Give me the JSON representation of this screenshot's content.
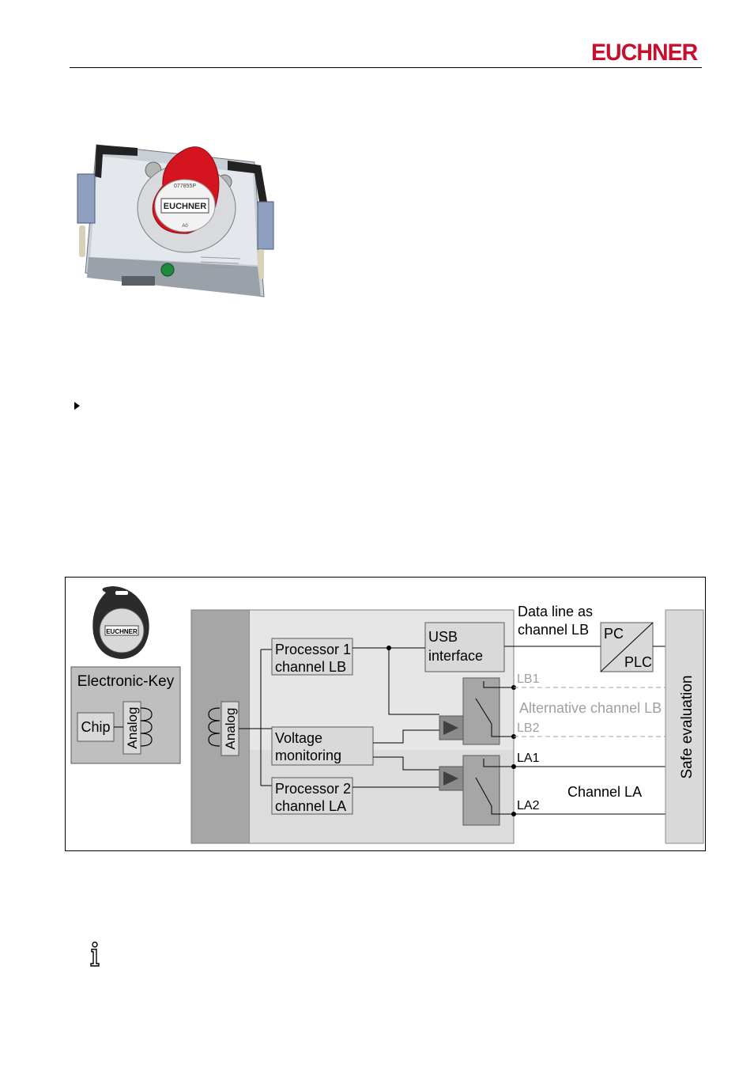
{
  "header": {
    "brand": "EUCHNER"
  },
  "device_image": {
    "key_code": "077855P",
    "key_brand": "EUCHNER",
    "key_sub": "A0"
  },
  "diagram": {
    "electronic_key": {
      "title": "Electronic-Key",
      "chip": "Chip",
      "analog": "Analog",
      "tag_brand": "EUCHNER"
    },
    "reader_analog": "Analog",
    "processor1": [
      "Processor 1",
      "channel LB"
    ],
    "processor2": [
      "Processor 2",
      "channel LA"
    ],
    "usb": [
      "USB",
      "interface"
    ],
    "voltage": [
      "Voltage",
      "monitoring"
    ],
    "data_line": [
      "Data line as",
      "channel LB"
    ],
    "pc": "PC",
    "plc": "PLC",
    "lb1": "LB1",
    "lb2": "LB2",
    "alt_channel": "Alternative channel LB",
    "la1": "LA1",
    "la2": "LA2",
    "channel_la": "Channel LA",
    "safe_eval": "Safe evaluation"
  },
  "colors": {
    "brand_red": "#c8102e",
    "box_gray": "#d9d9d9",
    "dark_gray": "#a6a6a6",
    "light_gray": "#e9e9e9"
  }
}
